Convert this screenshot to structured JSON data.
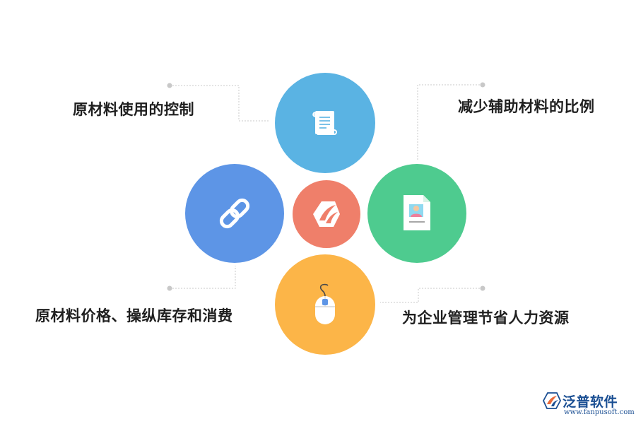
{
  "items": {
    "top_left": "原材料使用的控制",
    "top_right": "减少辅助材料的比例",
    "bottom_left": "原材料价格、操纵库存和消费",
    "bottom_right": "为企业管理节省人力资源"
  },
  "icons": {
    "top": "document-scroll-icon",
    "left": "chain-link-icon",
    "right": "id-card-icon",
    "bottom": "computer-mouse-icon",
    "center": "brand-logo-icon"
  },
  "colors": {
    "top": "#5ab3e3",
    "left": "#5d95e6",
    "right": "#4ecb8f",
    "bottom": "#fcb548",
    "center": "#ef7f6a",
    "connector": "#c8c8c8",
    "brand": "#1b4f93"
  },
  "brand": {
    "name": "泛普软件",
    "url": "www.fanpusoft.com"
  }
}
